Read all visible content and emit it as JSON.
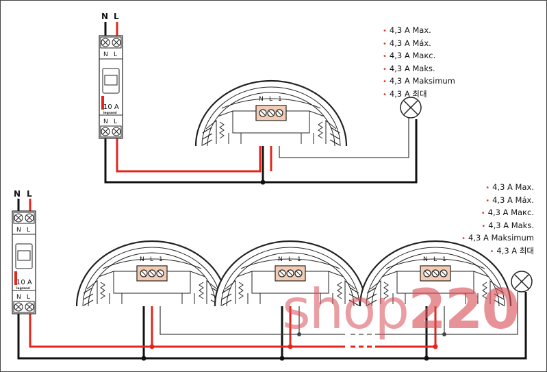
{
  "supply_top": {
    "n": "N",
    "l": "L"
  },
  "supply_bottom": {
    "n": "N",
    "l": "L"
  },
  "breaker": {
    "terminal_n": "N",
    "terminal_l": "L",
    "rating": "10 A",
    "brand": "legrand"
  },
  "detector_terminals": {
    "n": "N",
    "l": "L",
    "out": "1"
  },
  "spec_list_top": [
    "4,3 A Max.",
    "4,3 A Máx.",
    "4,3 A Макс.",
    "4,3 A Maks.",
    "4,3 A Maksimum",
    "4,3 A 최대"
  ],
  "spec_list_bottom": [
    "4,3 A Max.",
    "4,3 A Máx.",
    "4,3 A Макс.",
    "4,3 A Maks.",
    "4,3 A Maksimum",
    "4,3 A 최대"
  ],
  "watermark": {
    "part1": "shop",
    "part2": "220"
  },
  "colors": {
    "live": "#e3251b",
    "neutral": "#111111",
    "load": "#444444",
    "bullet": "#e03a2f",
    "watermark": "#d64f57"
  }
}
